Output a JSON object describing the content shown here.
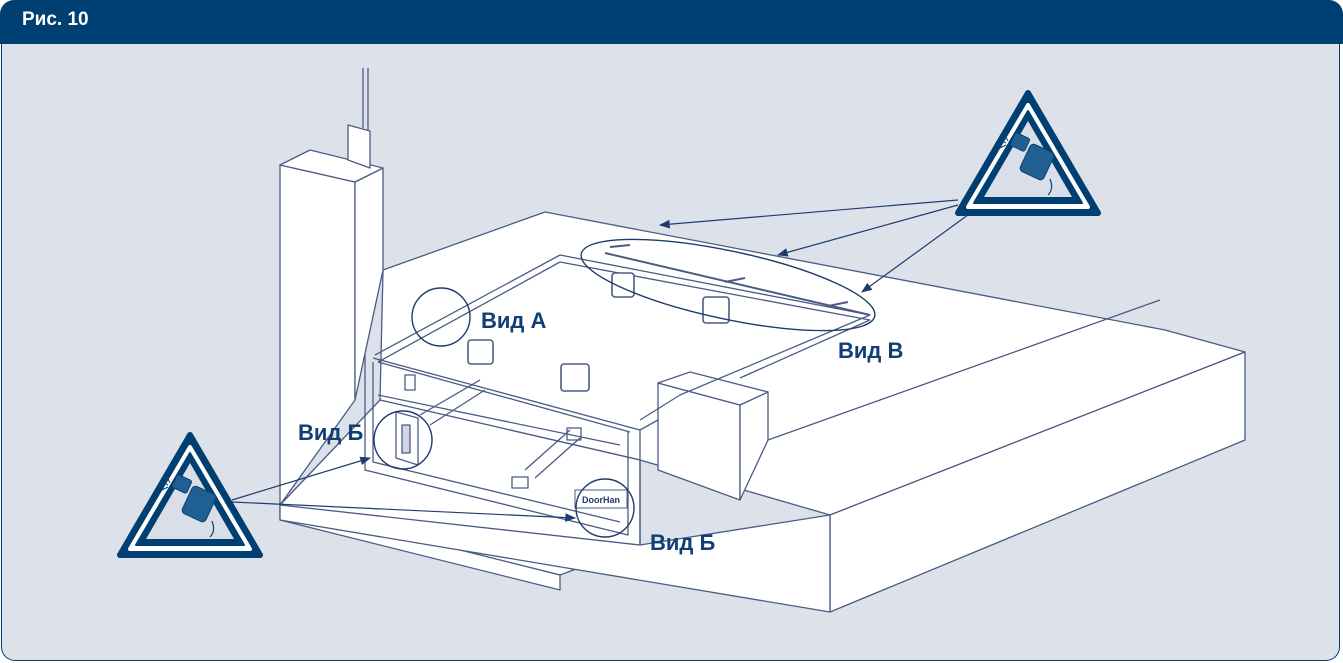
{
  "figure": {
    "title": "Рис. 10",
    "labels": {
      "view_a": "Вид А",
      "view_b_left": "Вид Б",
      "view_b_right": "Вид Б",
      "view_v": "Вид В"
    },
    "brand_plate": "DoorHan",
    "icons": [
      "welding-warning-icon",
      "welding-warning-icon"
    ]
  },
  "colors": {
    "header": "#003f72",
    "panel": "#dde1ea",
    "line": "#4a5c85",
    "label": "#0f3f73",
    "face": "#ffffff"
  }
}
